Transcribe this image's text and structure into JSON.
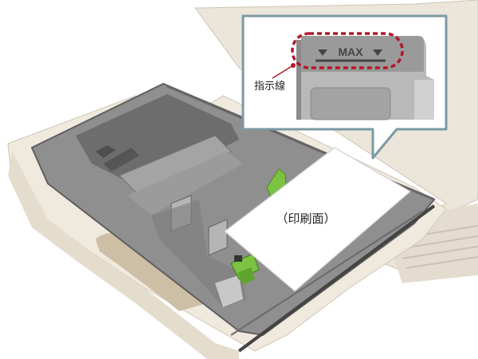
{
  "callout": {
    "max_label": "MAX",
    "indicator_label": "指示線"
  },
  "paper": {
    "print_side_label": "（印刷面）"
  },
  "colors": {
    "accent_red": "#b2182b",
    "callout_border": "#7b9aa3",
    "paper_guide_green": "#7cc243",
    "tray_gray": "#8d8d8d",
    "body_beige": "#e9e2d6"
  },
  "icons": {
    "max_left_arrow": "triangle-down-icon",
    "max_right_arrow": "triangle-down-icon"
  }
}
